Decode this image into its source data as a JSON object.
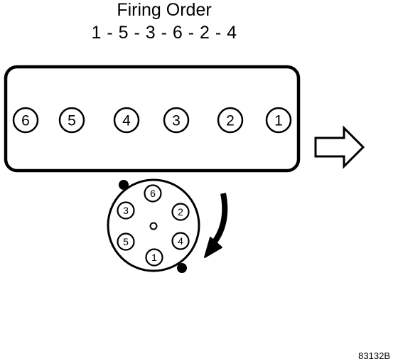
{
  "title": "Firing Order",
  "firing_order": "1 - 5 - 3 - 6 - 2 - 4",
  "engine_block": {
    "cylinders": [
      "6",
      "5",
      "4",
      "3",
      "2",
      "1"
    ]
  },
  "distributor": {
    "terminals": [
      "6",
      "2",
      "4",
      "1",
      "5",
      "3"
    ],
    "rotation": "clockwise"
  },
  "front_indicator": "arrow-right-icon",
  "figure_code": "83132B"
}
